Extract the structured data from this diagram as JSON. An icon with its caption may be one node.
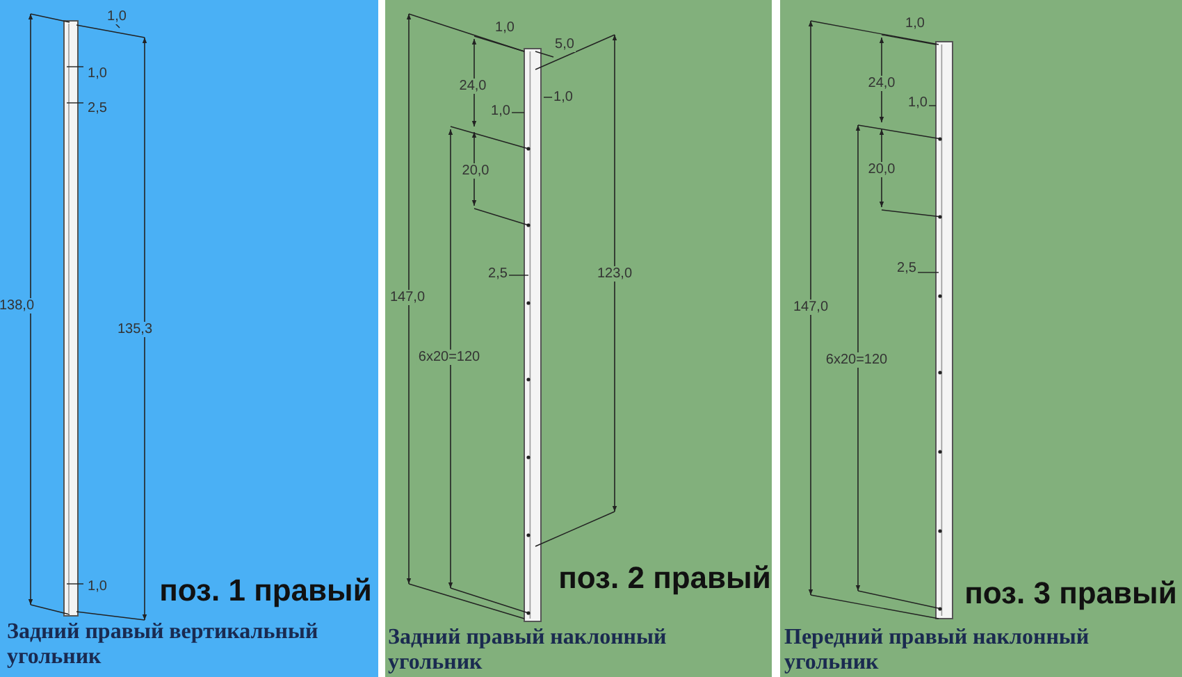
{
  "diagram": {
    "labels": [
      "1,0",
      "1,0",
      "2,5",
      "138,0",
      "135,3",
      "1,0",
      "поз. 1  правый",
      "Задний правый вертикальный угольник",
      "1,0",
      "5,0",
      "24,0",
      "1,0",
      "1,0",
      "20,0",
      "2,5",
      "147,0",
      "123,0",
      "6x20=120",
      "поз. 2  правый",
      "Задний правый наклонный угольник",
      "1,0",
      "24,0",
      "1,0",
      "20,0",
      "2,5",
      "147,0",
      "6x20=120",
      "поз. 3  правый",
      "Передний правый наклонный угольник"
    ]
  }
}
